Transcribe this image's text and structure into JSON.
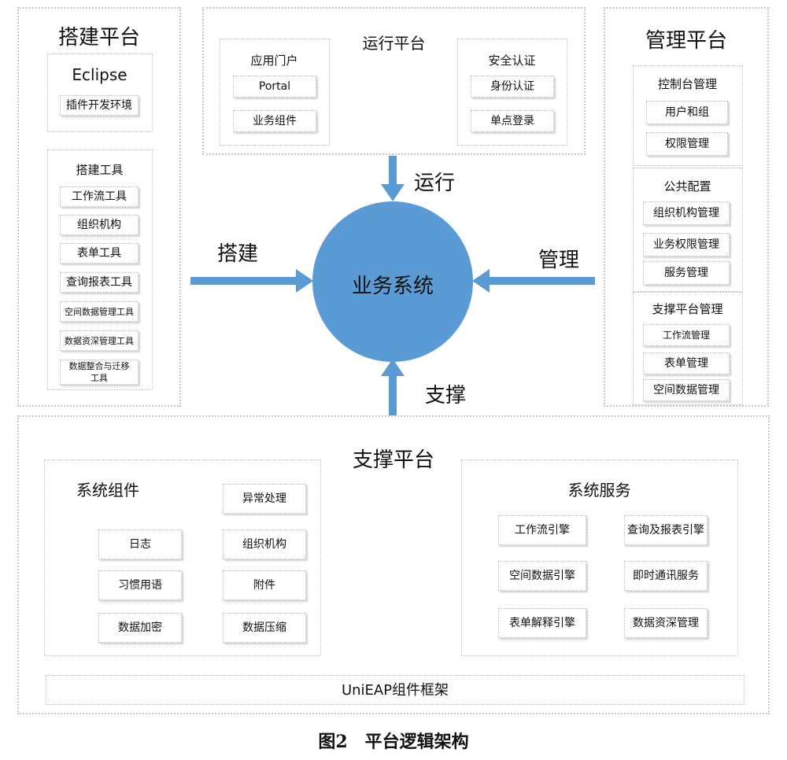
{
  "build": {
    "title": "搭建平台",
    "eclipse": {
      "title": "Eclipse",
      "items": [
        "插件开发环境"
      ]
    },
    "tools": {
      "title": "搭建工具",
      "items": [
        "工作流工具",
        "组织机构",
        "表单工具",
        "查询报表工具",
        "空间数据管理工具",
        "数据资深管理工具",
        "数据整合与迁移工具"
      ]
    }
  },
  "run": {
    "title": "运行平台",
    "portal": {
      "title": "应用门户",
      "items": [
        "Portal",
        "业务组件"
      ]
    },
    "security": {
      "title": "安全认证",
      "items": [
        "身份认证",
        "单点登录"
      ]
    }
  },
  "manage": {
    "title": "管理平台",
    "console": {
      "title": "控制台管理",
      "items": [
        "用户和组",
        "权限管理"
      ]
    },
    "public": {
      "title": "公共配置",
      "items": [
        "组织机构管理",
        "业务权限管理",
        "服务管理"
      ]
    },
    "support_mgmt": {
      "title": "支撑平台管理",
      "items": [
        "工作流管理",
        "表单管理",
        "空间数据管理"
      ]
    }
  },
  "center": {
    "label": "业务系统",
    "color": "#5b9bd5"
  },
  "arrows": {
    "build": "搭建",
    "run": "运行",
    "manage": "管理",
    "support": "支撑",
    "color": "#5b9bd5"
  },
  "support": {
    "title": "支撑平台",
    "components": {
      "title": "系统组件",
      "left": [
        "日志",
        "习惯用语",
        "数据加密"
      ],
      "right": [
        "异常处理",
        "组织机构",
        "附件",
        "数据压缩"
      ]
    },
    "services": {
      "title": "系统服务",
      "left": [
        "工作流引擎",
        "空间数据引擎",
        "表单解释引擎"
      ],
      "right": [
        "查询及报表引擎",
        "即时通讯服务",
        "数据资深管理"
      ]
    },
    "framework": "UniEAP组件框架"
  },
  "caption": "图2　平台逻辑架构"
}
